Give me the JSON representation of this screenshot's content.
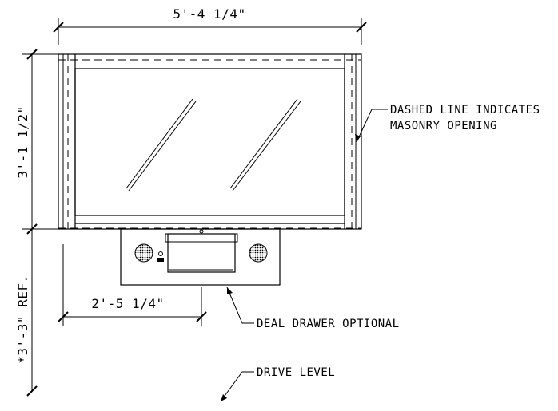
{
  "dimensions": {
    "overall_width": "5'-4 1/4\"",
    "window_height": "3'-1 1/2\"",
    "ref_height": "*3'-3\" REF.",
    "drawer_offset": "2'-5 1/4\""
  },
  "callouts": {
    "masonry_line1": "DASHED LINE INDICATES",
    "masonry_line2": "MASONRY OPENING",
    "drawer": "DEAL DRAWER OPTIONAL",
    "drive": "DRIVE LEVEL"
  }
}
